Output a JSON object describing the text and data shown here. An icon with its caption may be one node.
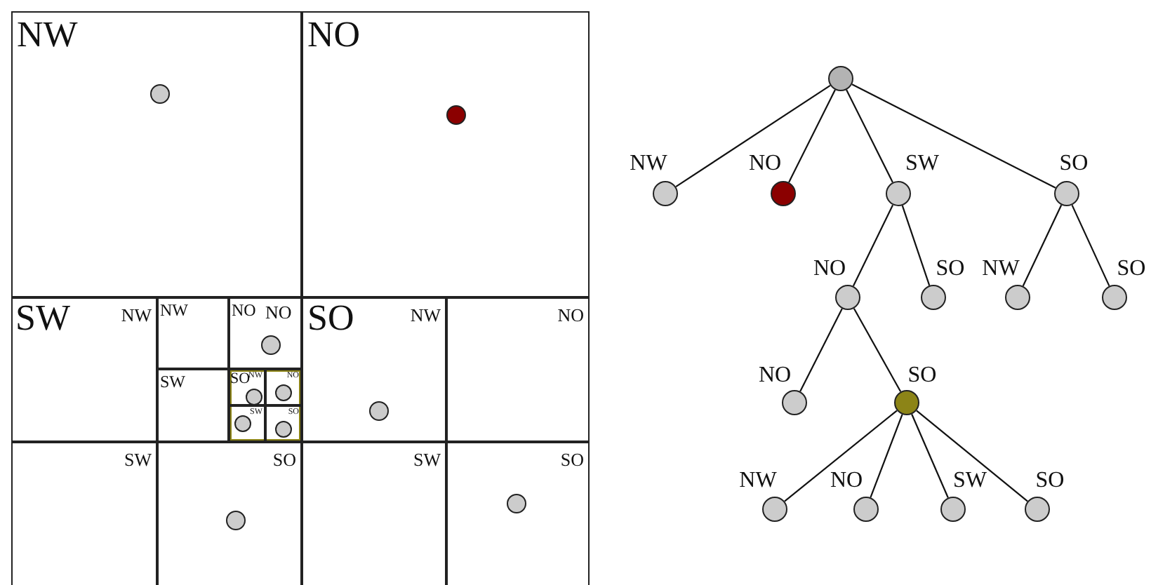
{
  "diagram": {
    "nodes": [
      {
        "text": [
          "NW"
        ]
      },
      {
        "text": [],
        "shape": "circle",
        "in": 0
      },
      {
        "text": [
          "NO"
        ]
      },
      {
        "text": [],
        "shape": "circle",
        "in": 2
      },
      {
        "text": [],
        "shape": "box"
      },
      {
        "text": [
          "NW"
        ],
        "in": 4
      },
      {
        "text": [],
        "shape": "box",
        "in": 4
      },
      {
        "text": [
          "NW"
        ],
        "in": 6
      },
      {
        "text": [
          "NO"
        ],
        "in": 6
      },
      {
        "text": [],
        "shape": "circle",
        "in": 8
      },
      {
        "text": [
          "SW"
        ],
        "in": 6
      },
      {
        "text": [],
        "shape": "box",
        "in": 6
      },
      {
        "text": [
          "NW"
        ],
        "in": 11
      },
      {
        "text": [],
        "shape": "circle",
        "in": 12
      },
      {
        "text": [
          "NO"
        ],
        "in": 11
      },
      {
        "text": [],
        "shape": "circle",
        "in": 14
      },
      {
        "text": [
          "SW"
        ],
        "in": 11
      },
      {
        "text": [],
        "shape": "circle",
        "in": 16
      },
      {
        "text": [
          "SO"
        ],
        "in": 11
      },
      {
        "text": [],
        "shape": "circle",
        "in": 18
      },
      {
        "text": [
          "SW"
        ],
        "in": 4
      },
      {
        "text": [
          "SO"
        ],
        "in": 4
      },
      {
        "text": [],
        "shape": "circle",
        "in": 21
      },
      {
        "text": [],
        "shape": "box"
      },
      {
        "text": [
          "NW"
        ],
        "in": 23
      },
      {
        "text": [],
        "shape": "circle",
        "in": 24
      },
      {
        "text": [
          "NO"
        ],
        "in": 23
      },
      {
        "text": [
          "SW"
        ],
        "in": 23
      },
      {
        "text": [
          "SO"
        ],
        "in": 23
      },
      {
        "text": [],
        "shape": "circle",
        "in": 28
      },
      {
        "text": [],
        "shape": "circle"
      },
      {
        "text": [],
        "shape": "circle",
        "beside": [
          "NW"
        ]
      },
      {
        "text": [],
        "shape": "circle",
        "beside": [
          "NO"
        ]
      },
      {
        "text": [],
        "shape": "circle",
        "beside": [
          "SW"
        ]
      },
      {
        "text": [],
        "shape": "circle",
        "beside": [
          "SO"
        ]
      },
      {
        "text": [],
        "shape": "circle",
        "beside": [
          "NO"
        ]
      },
      {
        "text": [],
        "shape": "circle",
        "beside": [
          "SO"
        ]
      },
      {
        "text": [],
        "shape": "circle",
        "beside": [
          "NW"
        ]
      },
      {
        "text": [],
        "shape": "circle",
        "beside": [
          "SO"
        ]
      },
      {
        "text": [],
        "shape": "circle",
        "beside": [
          "NO"
        ]
      },
      {
        "text": [],
        "shape": "circle",
        "beside": [
          "SO"
        ]
      },
      {
        "text": [],
        "shape": "circle",
        "beside": [
          "NW"
        ]
      },
      {
        "text": [],
        "shape": "circle",
        "beside": [
          "NO"
        ]
      },
      {
        "text": [],
        "shape": "circle",
        "beside": [
          "SW"
        ]
      },
      {
        "text": [],
        "shape": "circle",
        "beside": [
          "SO"
        ]
      }
    ],
    "edges": [
      {
        "from": 30,
        "to": 31,
        "arrow": "none"
      },
      {
        "from": 30,
        "to": 32,
        "arrow": "none"
      },
      {
        "from": 30,
        "to": 33,
        "arrow": "none"
      },
      {
        "from": 30,
        "to": 34,
        "arrow": "none"
      },
      {
        "from": 33,
        "to": 35,
        "arrow": "none"
      },
      {
        "from": 33,
        "to": 36,
        "arrow": "none"
      },
      {
        "from": 34,
        "to": 37,
        "arrow": "none"
      },
      {
        "from": 34,
        "to": 38,
        "arrow": "none"
      },
      {
        "from": 35,
        "to": 39,
        "arrow": "none"
      },
      {
        "from": 35,
        "to": 40,
        "arrow": "none"
      },
      {
        "from": 40,
        "to": 41,
        "arrow": "none"
      },
      {
        "from": 40,
        "to": 42,
        "arrow": "none"
      },
      {
        "from": 40,
        "to": 43,
        "arrow": "none"
      },
      {
        "from": 40,
        "to": 44,
        "arrow": "none"
      }
    ],
    "labels": [
      "SW",
      "NO",
      "SO",
      "SO"
    ]
  }
}
